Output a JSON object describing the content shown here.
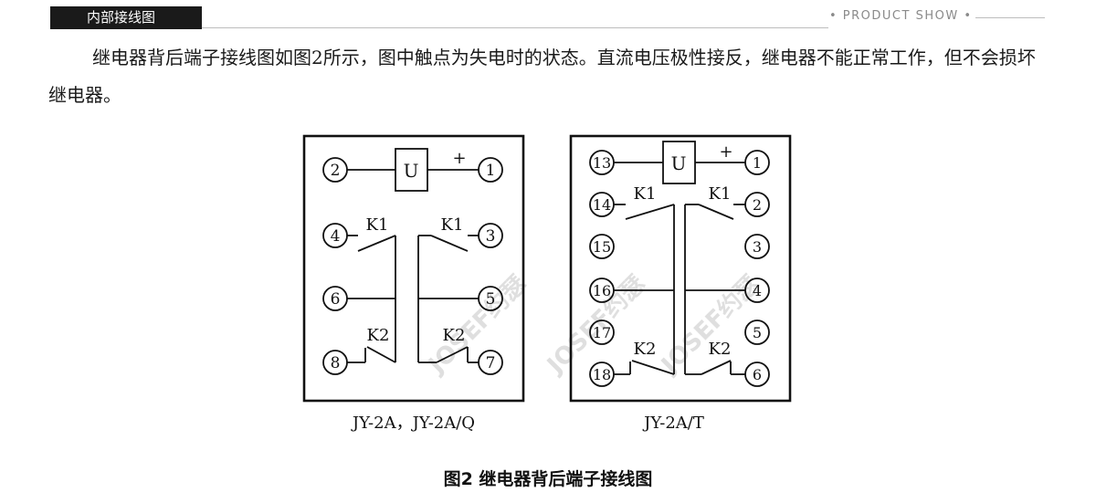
{
  "header": {
    "tab_label": "内部接线图",
    "product_show": "• PRODUCT SHOW •"
  },
  "intro_text": "继电器背后端子接线图如图2所示，图中触点为失电时的状态。直流电压极性接反，继电器不能正常工作，但不会损坏继电器。",
  "diagram_left": {
    "coil_label": "U",
    "plus_sign": "+",
    "k1_label": "K1",
    "k2_label": "K2",
    "terminals": [
      "2",
      "1",
      "4",
      "3",
      "6",
      "5",
      "8",
      "7"
    ],
    "model_label": "JY-2A，JY-2A/Q"
  },
  "diagram_right": {
    "coil_label": "U",
    "plus_sign": "+",
    "k1_label": "K1",
    "k2_label": "K2",
    "terminals": [
      "13",
      "1",
      "14",
      "2",
      "15",
      "3",
      "16",
      "4",
      "17",
      "5",
      "18",
      "6"
    ],
    "model_label": "JY-2A/T"
  },
  "watermark": "JOSEF约瑟",
  "caption": "图2 继电器背后端子接线图"
}
